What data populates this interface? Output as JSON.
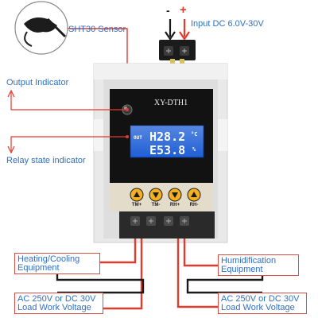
{
  "sensor": {
    "label": "SHT30  Sensor"
  },
  "power_input": {
    "label": "Input DC 6.0V-30V",
    "minus": "-",
    "plus": "+"
  },
  "callouts": {
    "output_indicator": "Output Indicator",
    "relay_state": "Relay state indicator"
  },
  "device": {
    "model": "XY-DTH1",
    "lcd_tag": "OUT",
    "lcd_line1": "H28.2",
    "lcd_line1_unit": "°C",
    "lcd_line2": "E53.8",
    "lcd_line2_unit": "%",
    "buttons": [
      "TM+",
      "TM-",
      "RH+",
      "RH-"
    ]
  },
  "boxes": {
    "heating_line1": "Heating/Cooling",
    "heating_line2": "Equipment",
    "humid_line1": "Humidification",
    "humid_line2": "Equipment",
    "load_left_line1": "AC 250V or DC 30V",
    "load_left_line2": "Load Work Voltage",
    "load_right_line1": "AC 250V or DC 30V",
    "load_right_line2": "Load Work Voltage"
  },
  "colors": {
    "wire_red": "#e23b2e",
    "wire_black": "#1a1a1a",
    "callout_blue": "#2f6fc4",
    "lcd_blue": "#1f5fd6",
    "button_yellow": "#f2b01e"
  }
}
